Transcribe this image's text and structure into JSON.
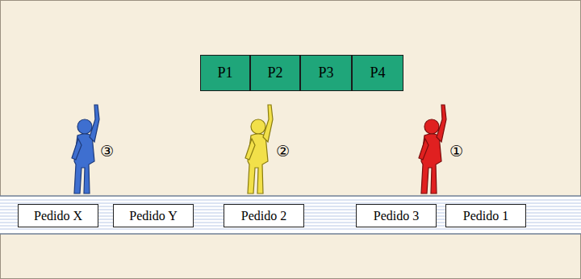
{
  "diagram": {
    "nodes": [
      {
        "text": [
          "P1"
        ]
      },
      {
        "text": [
          "P2"
        ]
      },
      {
        "text": [
          "P3"
        ]
      },
      {
        "text": [
          "P4"
        ]
      },
      {
        "text": [
          "Pedido X"
        ]
      },
      {
        "text": [
          "Pedido Y"
        ]
      },
      {
        "text": [
          "Pedido 2"
        ]
      },
      {
        "text": [
          "Pedido 3"
        ]
      },
      {
        "text": [
          "Pedido 1"
        ]
      }
    ],
    "labels": [
      "③",
      "②",
      "①"
    ]
  }
}
